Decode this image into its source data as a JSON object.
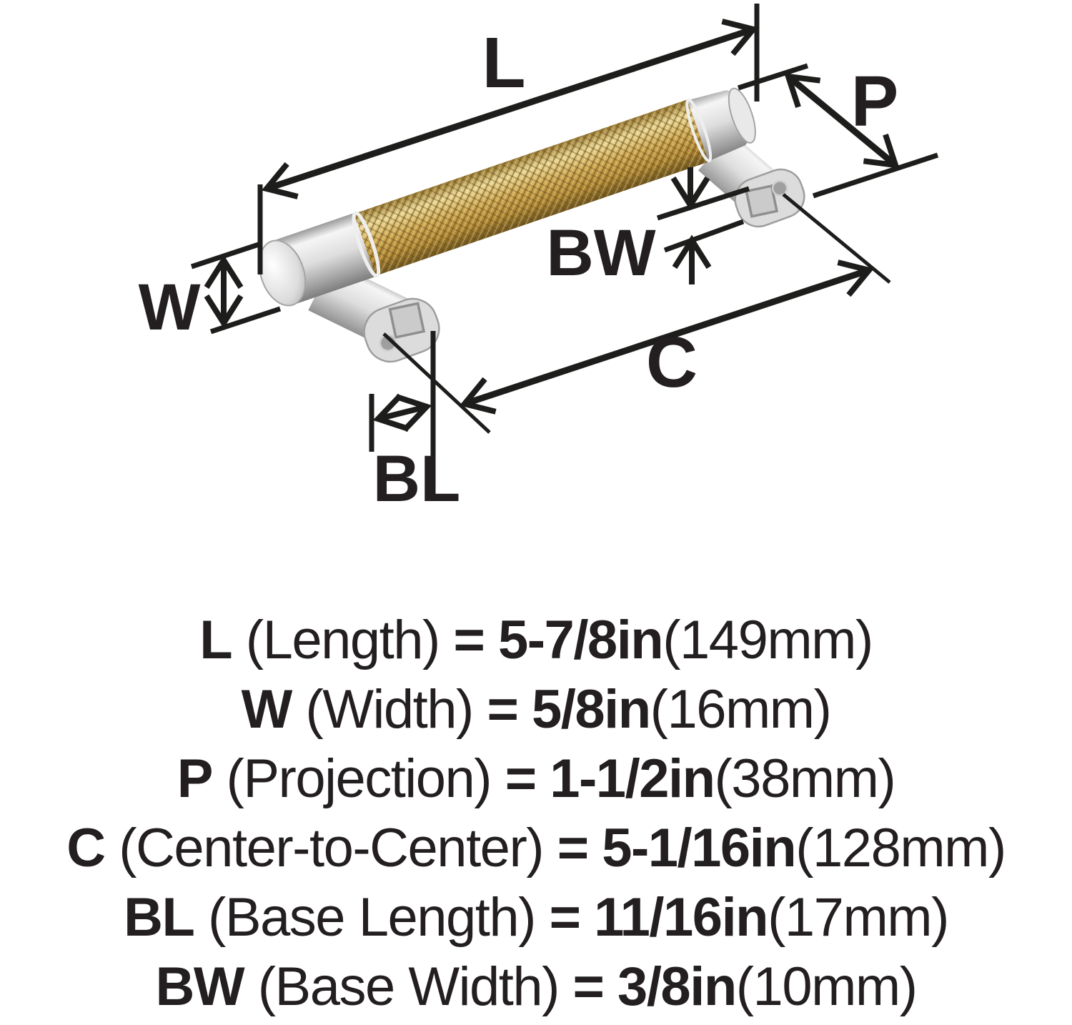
{
  "diagram": {
    "labels": {
      "l": "L",
      "p": "P",
      "w": "W",
      "bw": "BW",
      "c": "C",
      "bl": "BL"
    },
    "colors": {
      "line": "#1d1d1b",
      "text": "#231f20",
      "brass_gold": "#c9a24b",
      "brass_highlight": "#ecd998",
      "brass_shadow": "#7c5f26",
      "nickel": "#d9d9d9",
      "nickel_highlight": "#f5f5f5",
      "nickel_shadow": "#7d7d7d"
    }
  },
  "specs": {
    "lines": [
      {
        "letter": "L",
        "name": " (Length) ",
        "eq": "= ",
        "inch": "5-7/8in",
        "mm": "(149mm)"
      },
      {
        "letter": "W",
        "name": " (Width) ",
        "eq": "= ",
        "inch": "5/8in",
        "mm": "(16mm)"
      },
      {
        "letter": "P",
        "name": " (Projection) ",
        "eq": "= ",
        "inch": "1-1/2in",
        "mm": "(38mm)"
      },
      {
        "letter": "C",
        "name": " (Center-to-Center) ",
        "eq": "= ",
        "inch": "5-1/16in",
        "mm": "(128mm)"
      },
      {
        "letter": "BL",
        "name": " (Base Length) ",
        "eq": "= ",
        "inch": "11/16in",
        "mm": "(17mm)"
      },
      {
        "letter": "BW",
        "name": " (Base Width) ",
        "eq": "= ",
        "inch": "3/8in",
        "mm": "(10mm)"
      }
    ]
  }
}
